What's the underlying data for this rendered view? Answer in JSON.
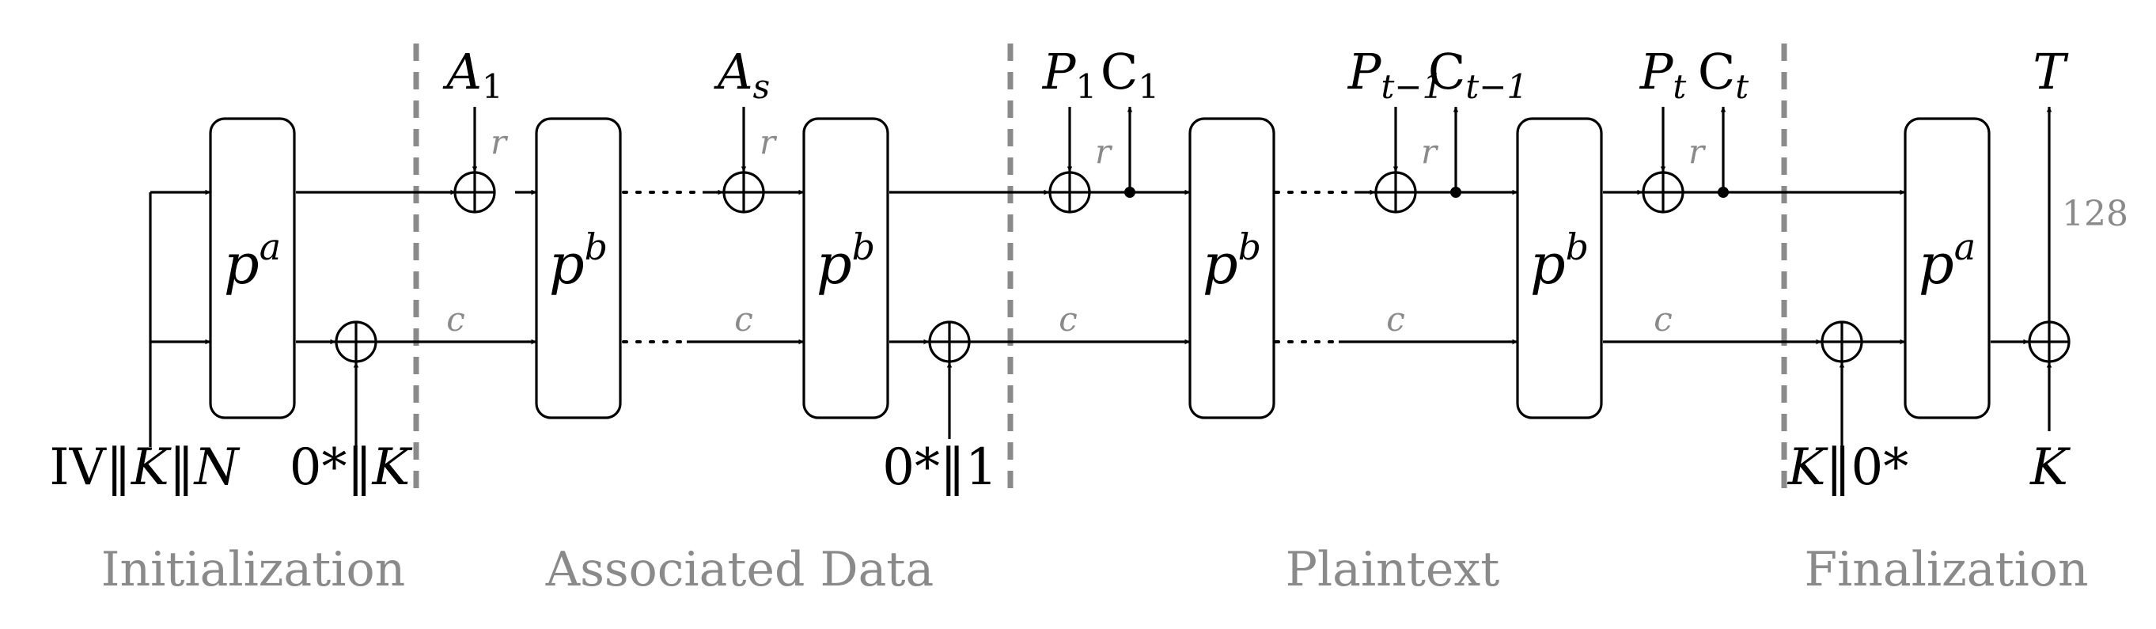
{
  "permutations": [
    {
      "base": "p",
      "sup": "a"
    },
    {
      "base": "p",
      "sup": "b"
    },
    {
      "base": "p",
      "sup": "b"
    },
    {
      "base": "p",
      "sup": "b"
    },
    {
      "base": "p",
      "sup": "b"
    },
    {
      "base": "p",
      "sup": "a"
    }
  ],
  "rate_label": "r",
  "capacity_label": "c",
  "tag_bits": "128",
  "inputs": {
    "init": {
      "iv": "IV",
      "k": "K",
      "n": "N",
      "sep": "‖"
    },
    "init_key": {
      "zero": "0*",
      "sep": "‖",
      "k": "K"
    },
    "ad_pad": {
      "zero": "0*",
      "sep": "‖",
      "one": "1"
    },
    "final_key": {
      "k": "K",
      "sep": "‖",
      "zero": "0*"
    },
    "tag_key": "K"
  },
  "associated_data": [
    {
      "base": "A",
      "sub": "1"
    },
    {
      "base": "A",
      "sub": "s"
    }
  ],
  "plaintext_blocks": [
    {
      "p": "P",
      "c": "C",
      "sub": "1"
    },
    {
      "p": "P",
      "c": "C",
      "sub": "t−1"
    },
    {
      "p": "P",
      "c": "C",
      "sub": "t"
    }
  ],
  "tag_output": "T",
  "phases": [
    "Initialization",
    "Associated Data",
    "Plaintext",
    "Finalization"
  ],
  "colors": {
    "line": "#000000",
    "separator": "#8a8a8a",
    "annotation": "#8a8a8a"
  }
}
